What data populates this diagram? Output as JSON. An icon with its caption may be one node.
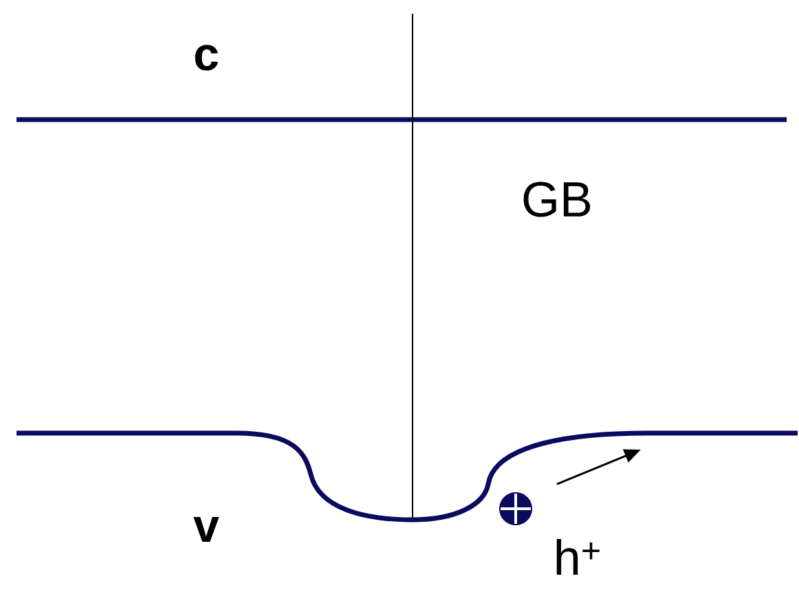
{
  "diagram": {
    "labels": [
      "c",
      "GB",
      "v",
      "h$^{+}$"
    ]
  }
}
